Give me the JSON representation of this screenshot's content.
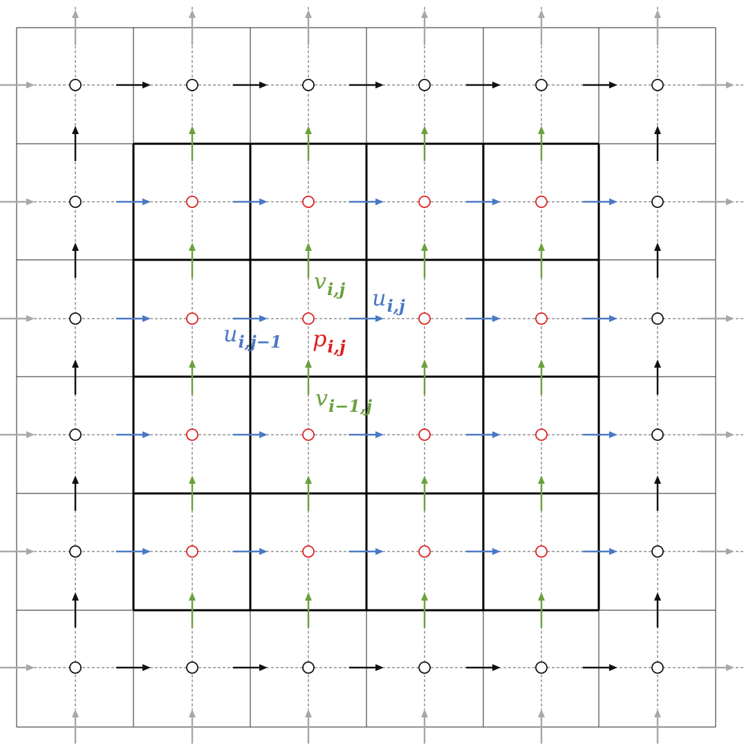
{
  "colors": {
    "pressure_interior": "#dd1f1f",
    "pressure_ghost": "#111111",
    "u_interior": "#4a79c4",
    "v_interior": "#6aa13d",
    "ghost_arrow": "#111111",
    "outer_arrow": "#a8a8a8",
    "grid_line": "#222222",
    "dashed_line": "#555555"
  },
  "labels": {
    "v_ij": {
      "base": "v",
      "sub": "i,j",
      "color": "#6aa13d"
    },
    "u_ij": {
      "base": "u",
      "sub": "i,j",
      "color": "#4a79c4"
    },
    "u_ij_minus_1": {
      "base": "u",
      "sub": "i,j−1",
      "color": "#4a79c4"
    },
    "p_ij": {
      "base": "p",
      "sub": "i,j",
      "color": "#dd1f1f"
    },
    "v_i_minus_1_j": {
      "base": "v",
      "sub": "i−1,j",
      "color": "#6aa13d"
    }
  }
}
